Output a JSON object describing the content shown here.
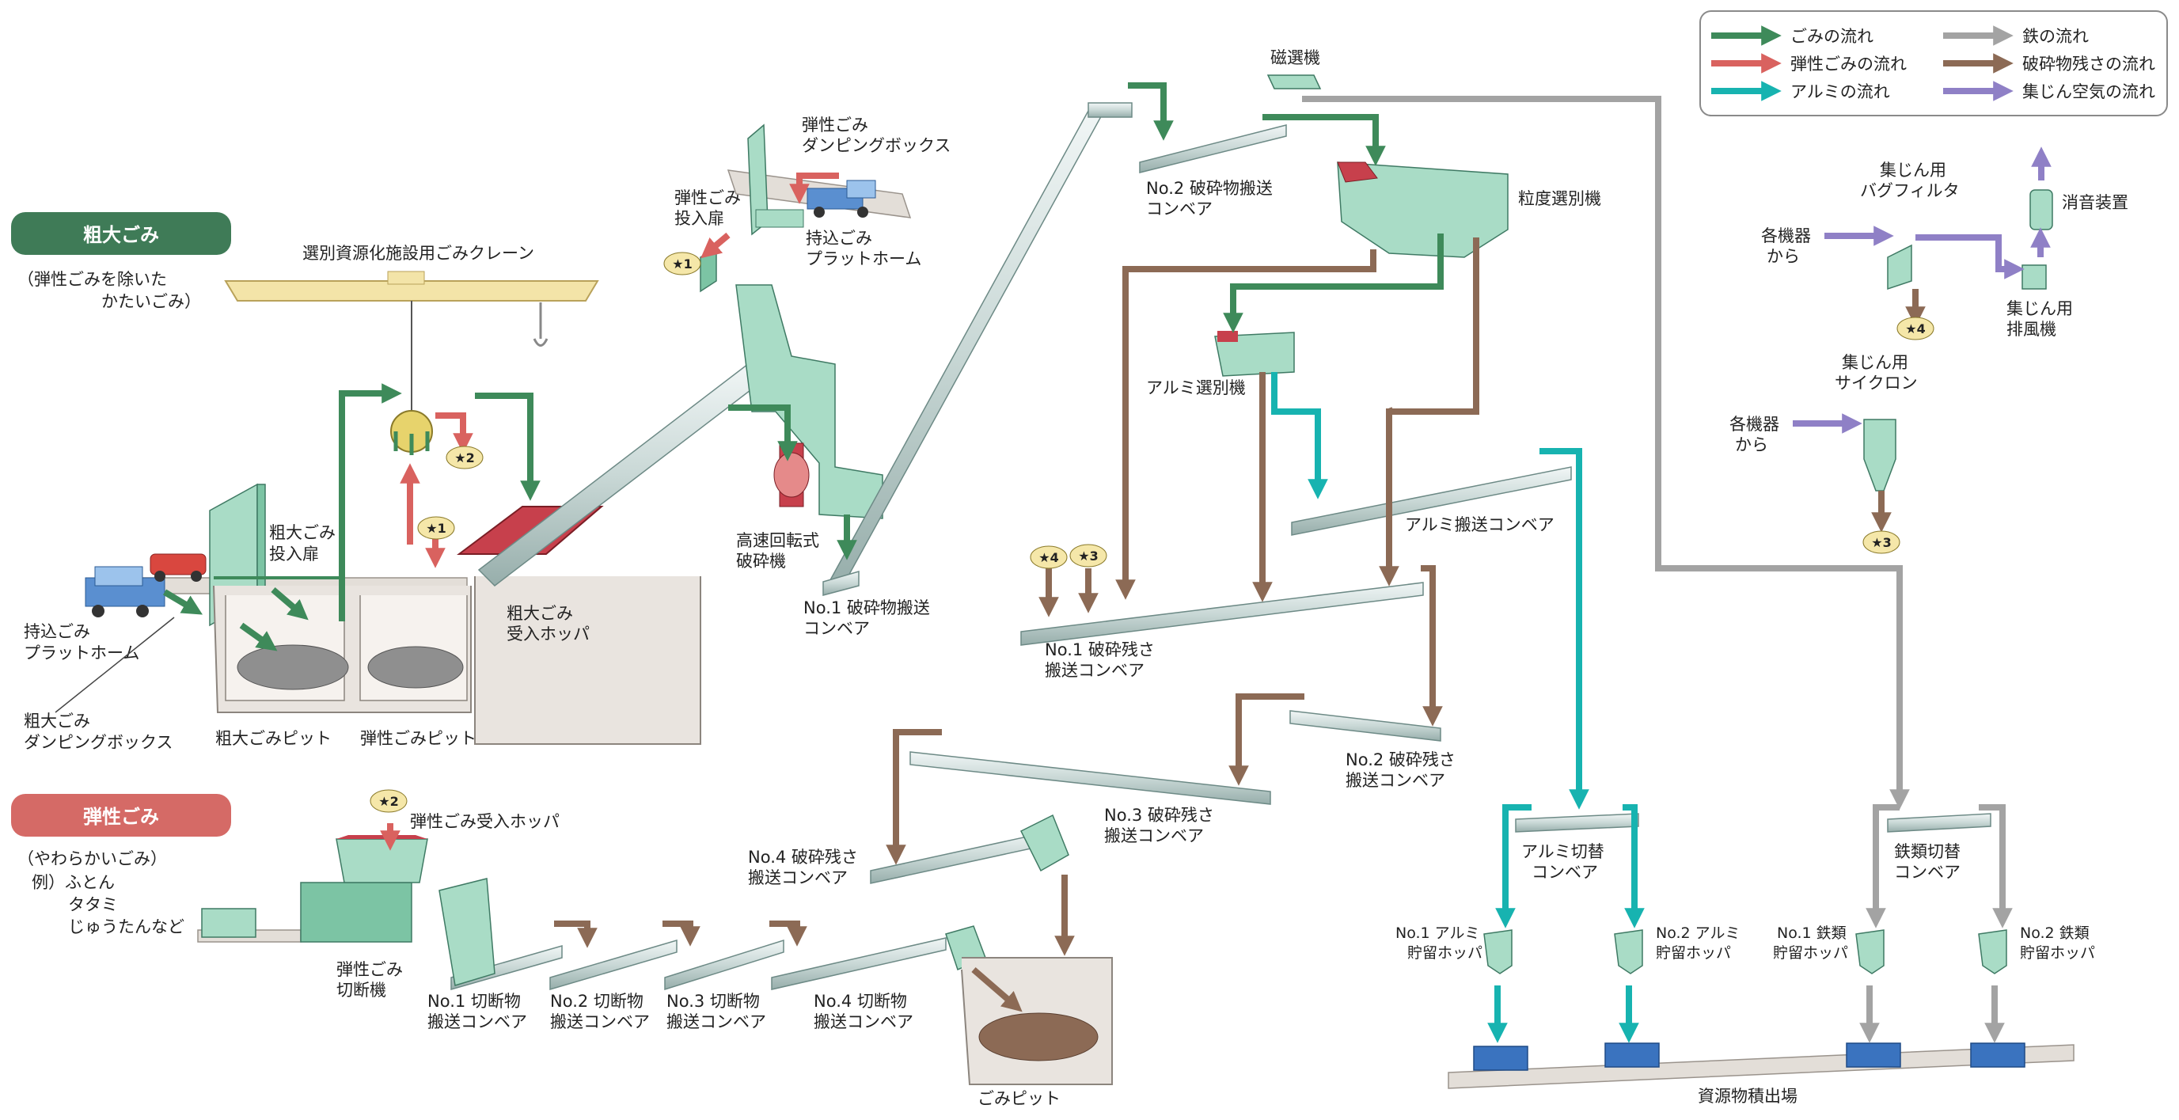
{
  "colors": {
    "gomi": "#3e8a5a",
    "elastic": "#d9625f",
    "aluminum": "#17b3b0",
    "iron": "#a3a3a3",
    "residue": "#8c6a55",
    "dust_air": "#8f80c6",
    "badge_bulky": "#3f7b57",
    "badge_elastic": "#d56a66"
  },
  "legend": {
    "items": [
      {
        "label": "ごみの流れ",
        "color": "#3e8a5a"
      },
      {
        "label": "鉄の流れ",
        "color": "#a3a3a3"
      },
      {
        "label": "弾性ごみの流れ",
        "color": "#d9625f"
      },
      {
        "label": "破砕物残さの流れ",
        "color": "#8c6a55"
      },
      {
        "label": "アルミの流れ",
        "color": "#17b3b0"
      },
      {
        "label": "集じん空気の流れ",
        "color": "#8f80c6"
      }
    ]
  },
  "sections": {
    "bulky": {
      "title": "粗大ごみ",
      "desc_1": "（弾性ごみを除いた",
      "desc_2": "かたいごみ）"
    },
    "elastic": {
      "title": "弾性ごみ",
      "desc_1": "（やわらかいごみ）",
      "desc_2": "例）ふとん",
      "desc_3": "タタミ",
      "desc_4": "じゅうたんなど"
    }
  },
  "labels": {
    "crane": "選別資源化施設用ごみクレーン",
    "bulky_door_1": "粗大ごみ",
    "bulky_door_2": "投入扉",
    "bring_platform_left_1": "持込ごみ",
    "bring_platform_left_2": "プラットホーム",
    "bulky_dump_box_1": "粗大ごみ",
    "bulky_dump_box_2": "ダンピングボックス",
    "bulky_pit": "粗大ごみピット",
    "elastic_pit": "弾性ごみピット",
    "bulky_hopper_1": "粗大ごみ",
    "bulky_hopper_2": "受入ホッパ",
    "elastic_dump_box_1": "弾性ごみ",
    "elastic_dump_box_2": "ダンピングボックス",
    "elastic_door_1": "弾性ごみ",
    "elastic_door_2": "投入扉",
    "bring_platform_top_1": "持込ごみ",
    "bring_platform_top_2": "プラットホーム",
    "rotary_crusher_1": "高速回転式",
    "rotary_crusher_2": "破砕機",
    "crush_conv_1_a": "No.1 破砕物搬送",
    "crush_conv_1_b": "コンベア",
    "magnetic": "磁選機",
    "crush_conv_2_a": "No.2 破砕物搬送",
    "crush_conv_2_b": "コンベア",
    "granular_sorter": "粒度選別機",
    "alu_sorter": "アルミ選別機",
    "alu_conv": "アルミ搬送コンベア",
    "residue_conv_1_a": "No.1 破砕残さ",
    "residue_conv_1_b": "搬送コンベア",
    "residue_conv_2_a": "No.2 破砕残さ",
    "residue_conv_2_b": "搬送コンベア",
    "residue_conv_3_a": "No.3 破砕残さ",
    "residue_conv_3_b": "搬送コンベア",
    "residue_conv_4_a": "No.4 破砕残さ",
    "residue_conv_4_b": "搬送コンベア",
    "elastic_hopper": "弾性ごみ受入ホッパ",
    "elastic_cutter_1": "弾性ごみ",
    "elastic_cutter_2": "切断機",
    "cut_conv_1_a": "No.1 切断物",
    "cut_conv_2_a": "No.2 切断物",
    "cut_conv_3_a": "No.3 切断物",
    "cut_conv_4_a": "No.4 切断物",
    "cut_conv_b": "搬送コンベア",
    "gomi_pit": "ごみピット",
    "alu_switch_1": "アルミ切替",
    "alu_switch_2": "コンベア",
    "iron_switch_1": "鉄類切替",
    "iron_switch_2": "コンベア",
    "alu_hopper_1_a": "No.1 アルミ",
    "alu_hopper_2_a": "No.2 アルミ",
    "iron_hopper_1_a": "No.1 鉄類",
    "iron_hopper_2_a": "No.2 鉄類",
    "hopper_b": "貯留ホッパ",
    "resource_yard": "資源物積出場",
    "bag_filter_1": "集じん用",
    "bag_filter_2": "バグフィルタ",
    "silencer": "消音装置",
    "exhaust_fan_1": "集じん用",
    "exhaust_fan_2": "排風機",
    "cyclone_1": "集じん用",
    "cyclone_2": "サイクロン",
    "from_equipment_1": "各機器",
    "from_equipment_2": "から"
  },
  "stars": {
    "s1": "★1",
    "s2": "★2",
    "s3": "★3",
    "s4": "★4"
  }
}
